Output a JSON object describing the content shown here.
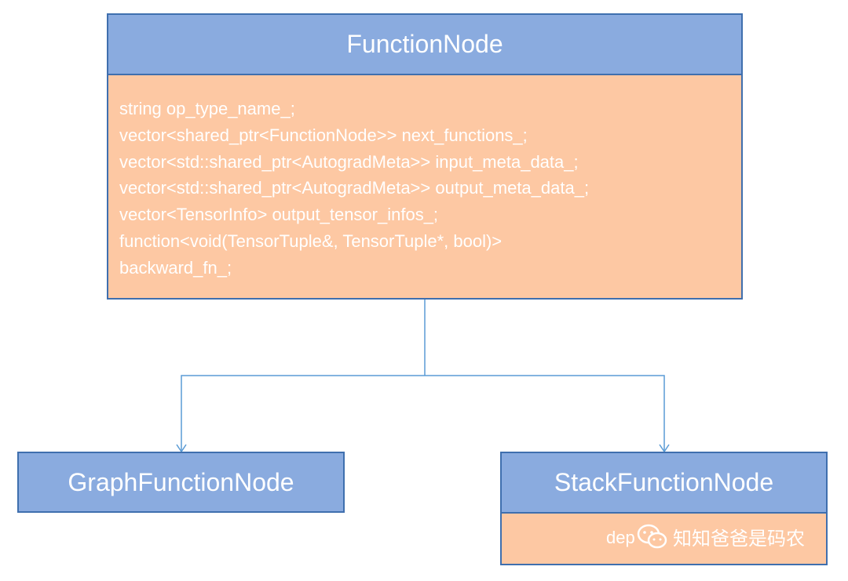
{
  "function_node": {
    "title": "FunctionNode",
    "fields": [
      "string op_type_name_;",
      "vector<shared_ptr<FunctionNode>> next_functions_;",
      "vector<std::shared_ptr<AutogradMeta>> input_meta_data_;",
      "vector<std::shared_ptr<AutogradMeta>> output_meta_data_;",
      "vector<TensorInfo> output_tensor_infos_;",
      "function<void(TensorTuple&, TensorTuple*, bool)>",
      "backward_fn_;"
    ]
  },
  "graph_function_node": {
    "title": "GraphFunctionNode"
  },
  "stack_function_node": {
    "title": "StackFunctionNode",
    "field_partial": "dep"
  },
  "watermark": {
    "text": "知知爸爸是码农",
    "icon": "wechat-icon"
  },
  "colors": {
    "header_fill": "#8aabdf",
    "body_fill": "#fdc8a3",
    "border": "#3f6fae",
    "connector": "#5a9bd5"
  }
}
